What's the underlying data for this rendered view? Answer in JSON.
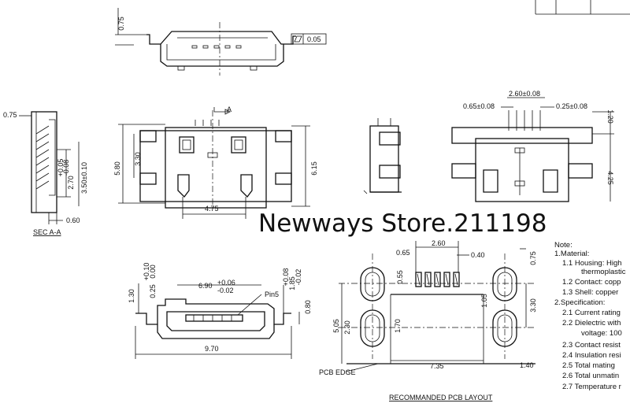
{
  "watermark": "Newways Store.211198",
  "top_view": {
    "dim_height": "0.75",
    "flatness": "0.05"
  },
  "section_aa": {
    "label": "SEC A-A",
    "dim_top": "0.75",
    "dim_a": "2.70",
    "tol_a_plus": "+0.05",
    "tol_a_minus": "-0.08",
    "dim_b": "3.50±0.10",
    "dim_bottom": "0.60"
  },
  "front_view": {
    "section_mark": "A",
    "dim_height": "5.80",
    "dim_inner": "3.30",
    "dim_total": "6.15",
    "dim_width": "4.75"
  },
  "right_view": {
    "dim_pitch": "2.60±0.08",
    "dim_left": "0.65±0.08",
    "dim_right": "0.25±0.08",
    "dim_top": "1.20",
    "dim_side": "4.25"
  },
  "port_view": {
    "dim_width_main": "6.90",
    "dim_width_plus": "+0.06",
    "dim_width_minus": "-0.02",
    "dim_leadin": "0.25",
    "dim_leadin_plus": "+0.10",
    "dim_leadin_minus": "0.00",
    "dim_height": "1.85",
    "dim_height_plus": "+0.08",
    "dim_height_minus": "-0.02",
    "dim_offset": "1.30",
    "dim_lead": "0.80",
    "dim_total_width": "9.70",
    "pin_label": "Pin5"
  },
  "pcb_layout": {
    "caption": "RECOMMANDED PCB LAYOUT",
    "edge_label": "PCB EDGE",
    "dim_pad": "0.65",
    "dim_pitch": "0.55",
    "dim_span": "2.60",
    "dim_gap": "0.40",
    "dim_slot_w": "0.75",
    "dim_height": "5.05",
    "dim_lower": "2.30",
    "dim_mid": "1.70",
    "dim_center": "1.05",
    "dim_right": "3.30",
    "dim_width": "7.35",
    "dim_edge": "1.40"
  },
  "notes": {
    "title": "Note:",
    "lines": [
      "1.Material:",
      "1.1  Housing: High",
      "thermoplastic",
      "1.2  Contact: copp",
      "1.3  Shell: copper",
      "2.Specification:",
      "2.1  Current rating",
      "2.2  Dielectric with",
      "voltage: 100",
      "2.3  Contact resist",
      "2.4  Insulation resi",
      "2.5  Total mating",
      "2.6  Total unmatin",
      "2.7  Temperature r"
    ]
  }
}
